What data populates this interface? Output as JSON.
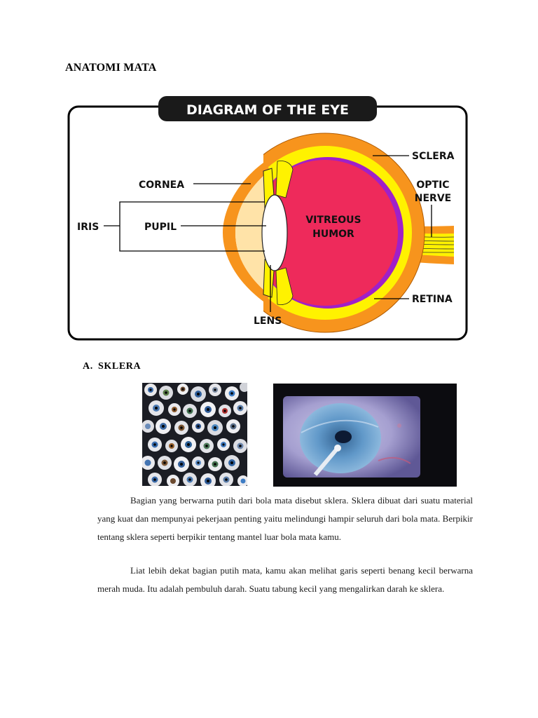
{
  "document": {
    "title": "ANATOMI MATA"
  },
  "diagram": {
    "title": "DIAGRAM OF THE EYE",
    "labels": {
      "cornea": "CORNEA",
      "iris": "IRIS",
      "pupil": "PUPIL",
      "lens": "LENS",
      "vitreous_line1": "VITREOUS",
      "vitreous_line2": "HUMOR",
      "sclera": "SCLERA",
      "optic_line1": "OPTIC",
      "optic_line2": "NERVE",
      "retina": "RETINA"
    },
    "colors": {
      "sclera": "#f7941d",
      "choroid": "#fff200",
      "retina": "#a020c8",
      "vitreous": "#ee2a5b",
      "cornea_fill": "#ffe3a8",
      "lens": "#ffffff",
      "frame": "#000000"
    }
  },
  "section_a": {
    "number": "A.",
    "heading": "SKLERA",
    "paragraphs": [
      "Bagian yang berwarna putih dari bola mata disebut sklera. Sklera dibuat dari suatu material yang kuat dan mempunyai pekerjaan penting yaitu melindungi hampir seluruh dari bola mata. Berpikir tentang sklera seperti berpikir tentang mantel luar bola mata kamu.",
      "Liat lebih dekat bagian putih mata, kamu akan melihat garis seperti benang kecil berwarna merah muda. Itu adalah pembuluh darah. Suatu tabung kecil yang mengalirkan darah ke sklera."
    ]
  }
}
